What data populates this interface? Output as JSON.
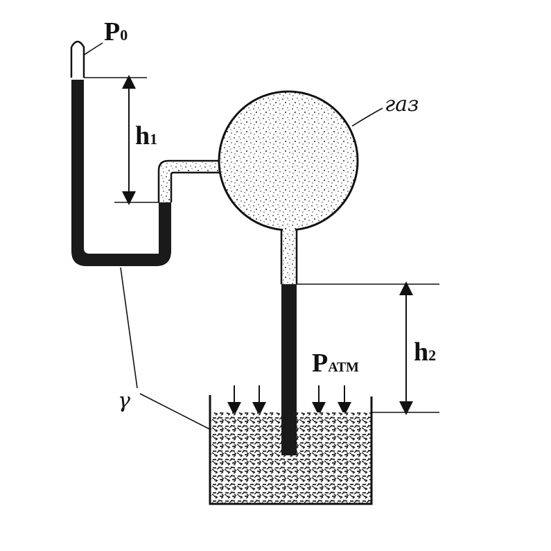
{
  "labels": {
    "p0_main": "P",
    "p0_sub": "0",
    "h1_main": "h",
    "h1_sub": "1",
    "gas": "газ",
    "patm_main": "P",
    "patm_sub": "АТМ",
    "h2_main": "h",
    "h2_sub": "2",
    "gamma": "γ"
  },
  "colors": {
    "ink": "#111111",
    "liquid": "#1a1a1a",
    "background": "#ffffff"
  }
}
